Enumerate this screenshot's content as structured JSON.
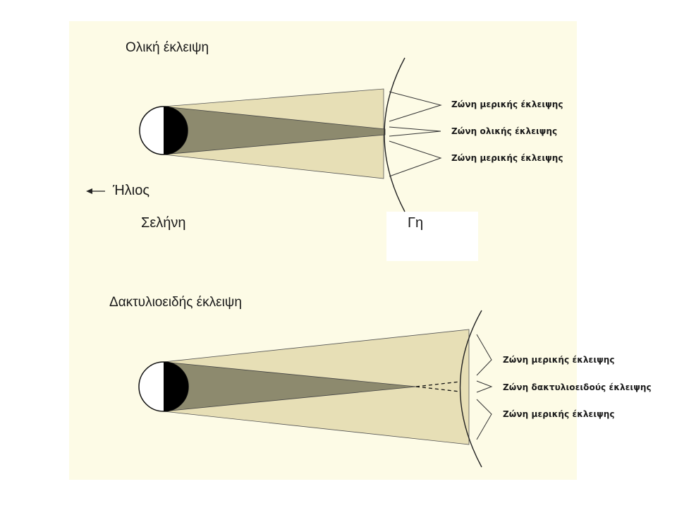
{
  "top_diagram": {
    "title": "Ολική έκλειψη",
    "sun_label": "Ήλιος",
    "moon_label": "Σελήνη",
    "earth_label": "Γη",
    "zones": [
      "Ζώνη μερικής έκλειψης",
      "Ζώνη ολικής έκλειψης",
      "Ζώνη μερικής έκλειψης"
    ]
  },
  "bottom_diagram": {
    "title": "Δακτυλιοειδής έκλειψη",
    "zones": [
      "Ζώνη μερικής έκλειψης",
      "Ζώνη δακτυλιοειδούς έκλειψης",
      "Ζώνη μερικής έκλειψης"
    ]
  },
  "colors": {
    "penumbra": "#e7dfb6",
    "umbra": "#8d8a6e",
    "moon_dark": "#000000",
    "moon_light": "#ffffff",
    "line": "#222222"
  }
}
